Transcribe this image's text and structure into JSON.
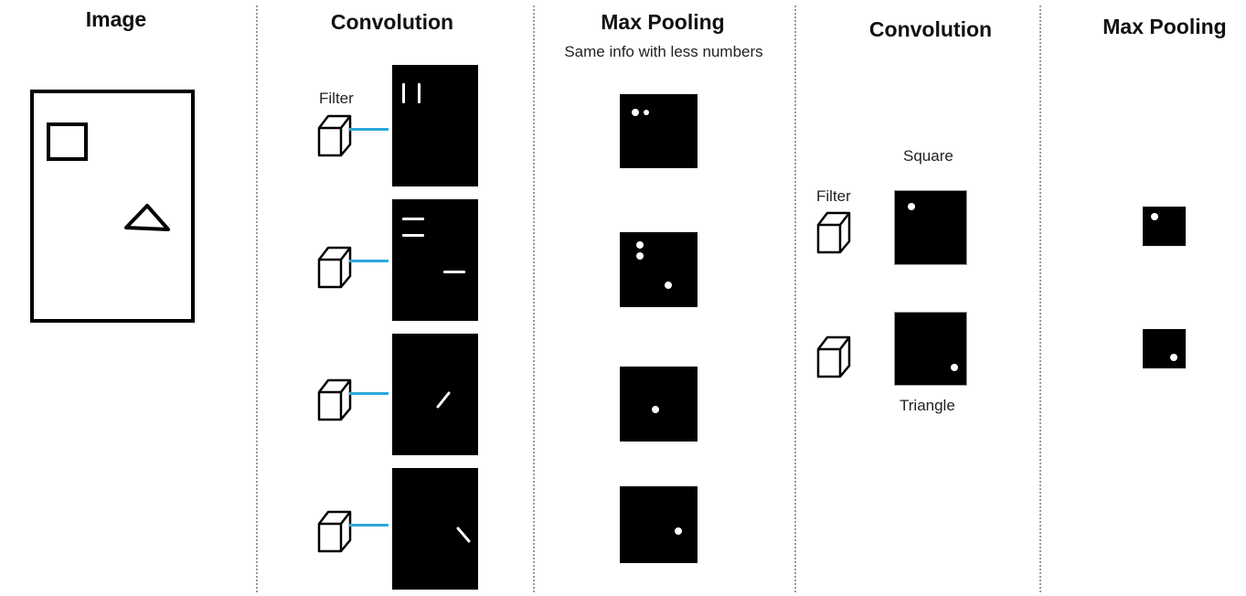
{
  "columns": {
    "image": {
      "title": "Image"
    },
    "convolution1": {
      "title": "Convolution",
      "filter_label": "Filter"
    },
    "maxpooling1": {
      "title": "Max Pooling",
      "subtitle": "Same info with less numbers"
    },
    "convolution2": {
      "title": "Convolution",
      "filter_label": "Filter",
      "map_labels": [
        "Square",
        "Triangle"
      ]
    },
    "maxpooling2": {
      "title": "Max Pooling"
    }
  },
  "colors": {
    "connector": "#2aa8dc",
    "feature_map": "#000000",
    "feature": "#ffffff",
    "divider": "#9a9a9a"
  },
  "icons": [
    "filter-cube-icon",
    "square-shape-icon",
    "triangle-shape-icon"
  ]
}
